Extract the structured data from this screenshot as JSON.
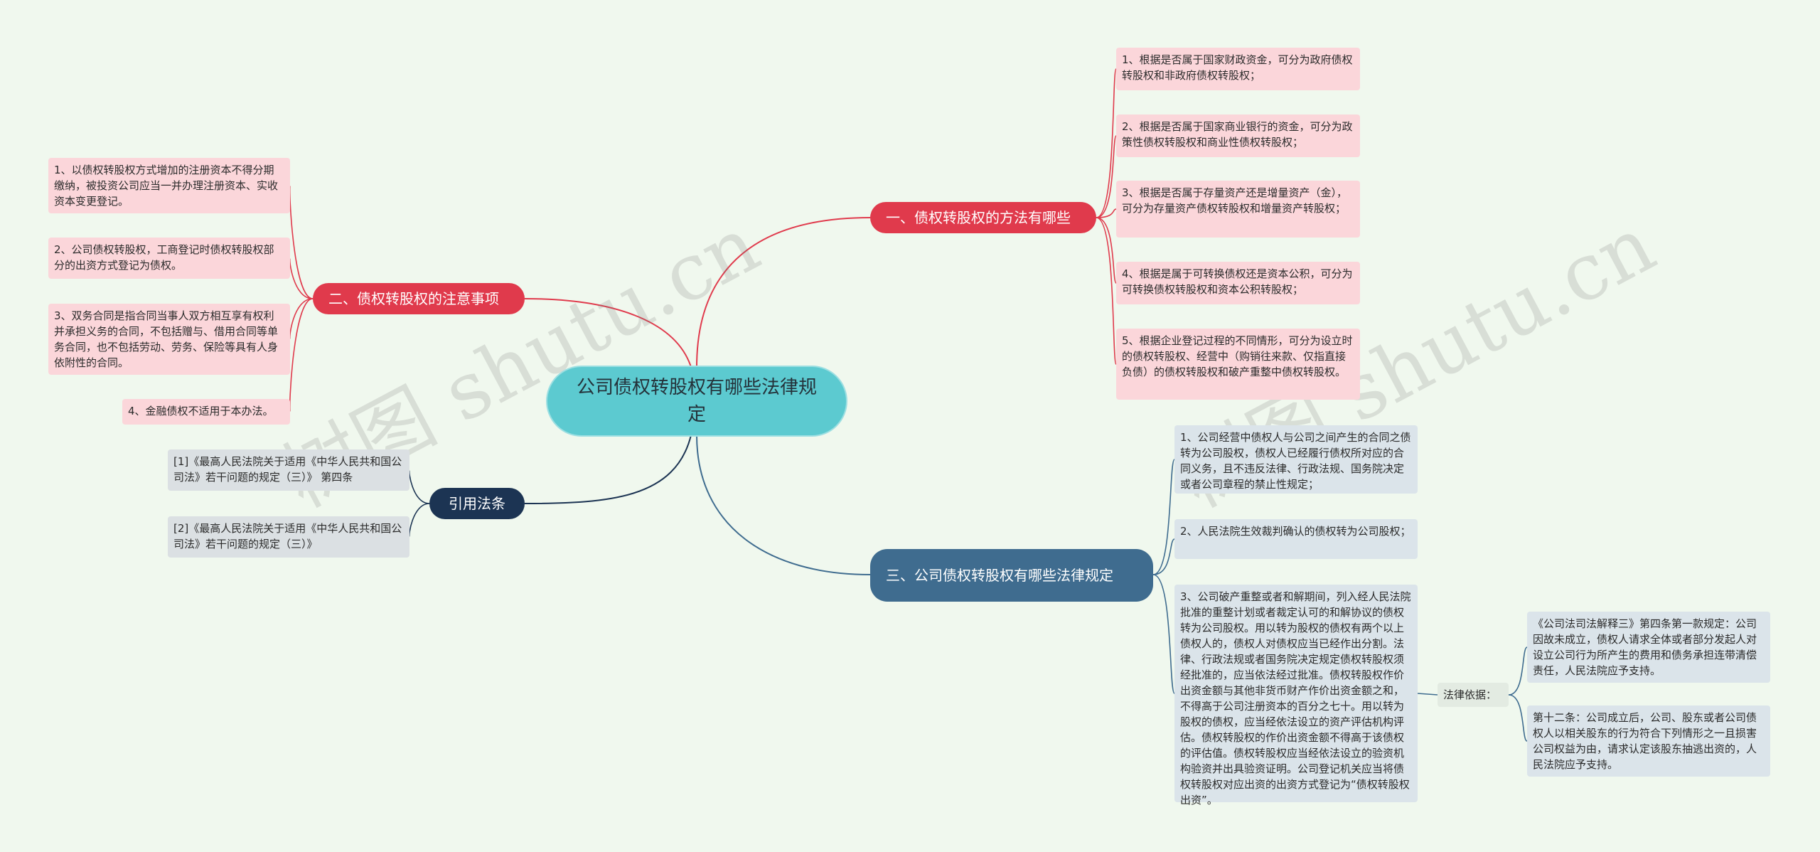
{
  "root": {
    "title": "公司债权转股权有哪些法律规定"
  },
  "branches": {
    "methods": {
      "title": "一、债权转股权的方法有哪些",
      "items": [
        "1、根据是否属于国家财政资金，可分为政府债权转股权和非政府债权转股权；",
        "2、根据是否属于国家商业银行的资金，可分为政策性债权转股权和商业性债权转股权；",
        "3、根据是否属于存量资产还是增量资产（金），可分为存量资产债权转股权和增量资产转股权；",
        "4、根据是属于可转换债权还是资本公积，可分为可转换债权转股权和资本公积转股权；",
        "5、根据企业登记过程的不同情形，可分为设立时的债权转股权、经营中（购销往来款、仅指直接负债）的债权转股权和破产重整中债权转股权。"
      ]
    },
    "notes": {
      "title": "二、债权转股权的注意事项",
      "items": [
        "1、以债权转股权方式增加的注册资本不得分期缴纳，被投资公司应当一并办理注册资本、实收资本变更登记。",
        "2、公司债权转股权，工商登记时债权转股权部分的出资方式登记为债权。",
        "3、双务合同是指合同当事人双方相互享有权利并承担义务的合同，不包括赠与、借用合同等单务合同，也不包括劳动、劳务、保险等具有人身依附性的合同。",
        "4、金融债权不适用于本办法。"
      ]
    },
    "citations": {
      "title": "引用法条",
      "items": [
        "[1]《最高人民法院关于适用《中华人民共和国公司法》若干问题的规定（三）》 第四条",
        "[2]《最高人民法院关于适用《中华人民共和国公司法》若干问题的规定（三）》"
      ]
    },
    "laws": {
      "title": "三、公司债权转股权有哪些法律规定",
      "items": [
        "1、公司经营中债权人与公司之间产生的合同之债转为公司股权，债权人已经履行债权所对应的合同义务，且不违反法律、行政法规、国务院决定或者公司章程的禁止性规定；",
        "2、人民法院生效裁判确认的债权转为公司股权；",
        "3、公司破产重整或者和解期间，列入经人民法院批准的重整计划或者裁定认可的和解协议的债权转为公司股权。用以转为股权的债权有两个以上债权人的，债权人对债权应当已经作出分割。法律、行政法规或者国务院决定规定债权转股权须经批准的，应当依法经过批准。债权转股权作价出资金额与其他非货币财产作价出资金额之和，不得高于公司注册资本的百分之七十。用以转为股权的债权，应当经依法设立的资产评估机构评估。债权转股权的作价出资金额不得高于该债权的评估值。债权转股权应当经依法设立的验资机构验资并出具验资证明。公司登记机关应当将债权转股权对应出资的出资方式登记为“债权转股权出资”。"
      ],
      "basis_label": "法律依据：",
      "basis_items": [
        "《公司法司法解释三》第四条第一款规定：公司因故未成立，债权人请求全体或者部分发起人对设立公司行为所产生的费用和债务承担连带清偿责任，人民法院应予支持。",
        "第十二条：公司成立后，公司、股东或者公司债权人以相关股东的行为符合下列情形之一且损害公司权益为由，请求认定该股东抽逃出资的，人民法院应予支持。"
      ]
    }
  },
  "watermark": "树图 shutu.cn",
  "colors": {
    "red": "#e03a4c",
    "navy": "#1c3453",
    "steel": "#3f6c8f",
    "root": "#5ccad0"
  }
}
